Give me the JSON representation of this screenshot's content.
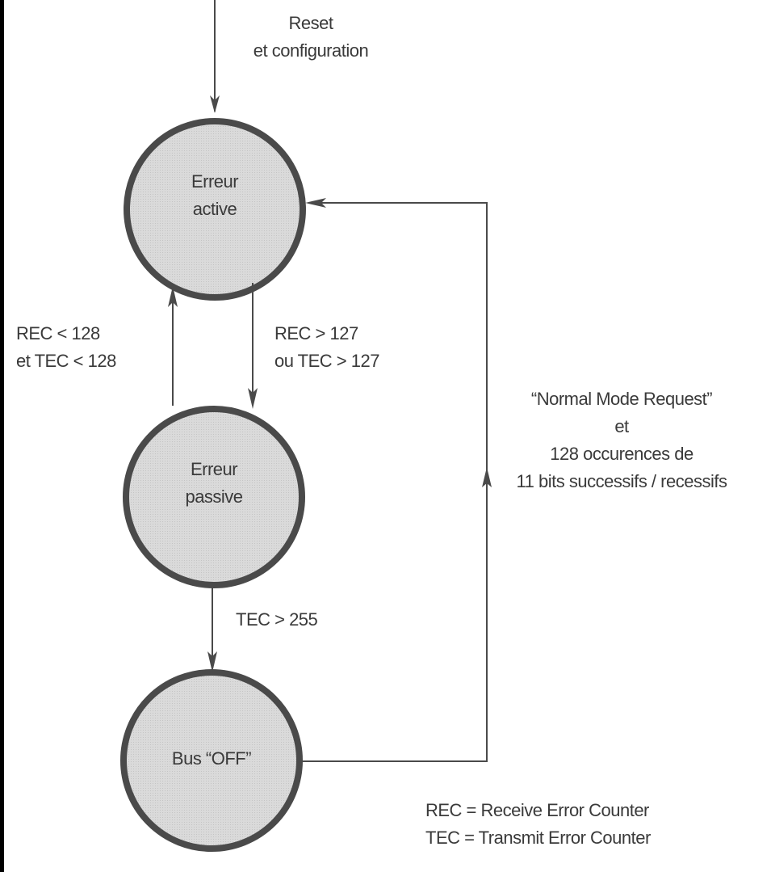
{
  "diagram": {
    "title": "CAN error state machine",
    "colors": {
      "state_fill": "#d6d6d6",
      "state_stroke": "#4a4a4a",
      "line": "#4a4a4a",
      "text": "#3a3a3a"
    },
    "entry": {
      "label_line1": "Reset",
      "label_line2": "et configuration"
    },
    "states": [
      {
        "id": "error-active",
        "line1": "Erreur",
        "line2": "active"
      },
      {
        "id": "error-passive",
        "line1": "Erreur",
        "line2": "passive"
      },
      {
        "id": "bus-off",
        "line1": "Bus “OFF”",
        "line2": ""
      }
    ],
    "transitions": {
      "passive_to_active": {
        "line1": "REC < 128",
        "line2": "et  TEC < 128"
      },
      "active_to_passive": {
        "line1": "REC > 127",
        "line2": "ou TEC > 127"
      },
      "passive_to_busoff": {
        "line1": "TEC > 255"
      },
      "busoff_to_active": {
        "line1": "“Normal Mode Request”",
        "line2": "et",
        "line3": "128 occurences de",
        "line4": "11 bits successifs / recessifs"
      }
    },
    "legend": {
      "line1": "REC = Receive Error Counter",
      "line2": "TEC = Transmit Error Counter"
    }
  }
}
